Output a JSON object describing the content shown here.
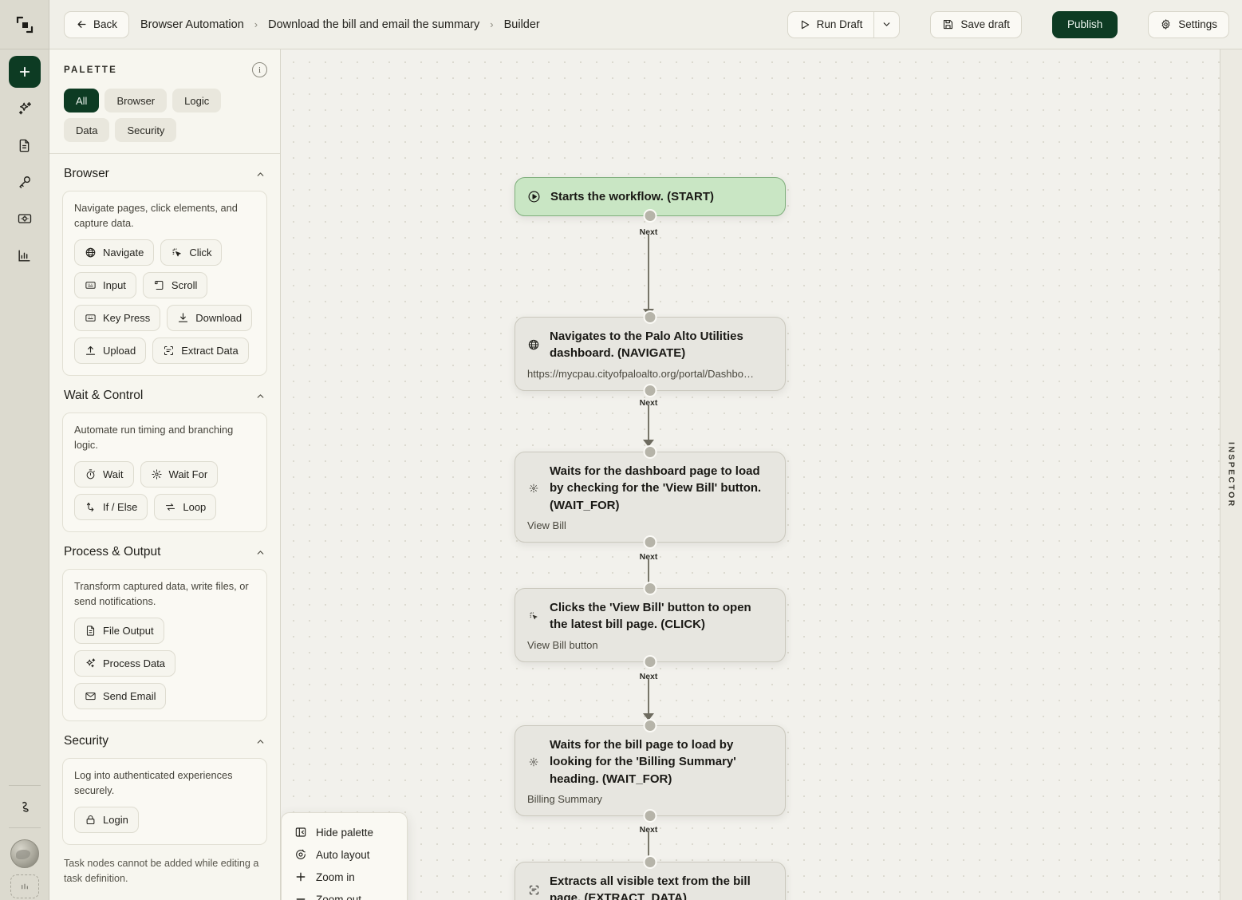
{
  "rail": {
    "logo": "app-logo",
    "items": [
      {
        "name": "add-button",
        "icon": "plus-icon",
        "active": true
      },
      {
        "name": "sparkle-button",
        "icon": "sparkles-icon",
        "active": false
      },
      {
        "name": "documents-button",
        "icon": "document-icon",
        "active": false
      },
      {
        "name": "credentials-button",
        "icon": "key-icon",
        "active": false
      },
      {
        "name": "resources-button",
        "icon": "server-cog-icon",
        "active": false
      },
      {
        "name": "analytics-button",
        "icon": "bar-chart-icon",
        "active": false
      }
    ],
    "bottom": [
      {
        "name": "activity-button",
        "icon": "squiggle-icon"
      },
      {
        "name": "globe-button",
        "icon": "globe-icon"
      },
      {
        "name": "placeholder-button",
        "icon": "dashed-icon"
      }
    ]
  },
  "topbar": {
    "back_label": "Back",
    "breadcrumbs": [
      "Browser Automation",
      "Download the bill and email the summary",
      "Builder"
    ],
    "separator": "›",
    "run_draft_label": "Run Draft",
    "run_draft_caret": "∨",
    "save_draft_label": "Save draft",
    "publish_label": "Publish",
    "settings_label": "Settings"
  },
  "palette": {
    "title": "PALETTE",
    "info_icon": "i",
    "filters": [
      {
        "label": "All",
        "active": true
      },
      {
        "label": "Browser",
        "active": false
      },
      {
        "label": "Logic",
        "active": false
      },
      {
        "label": "Data",
        "active": false
      },
      {
        "label": "Security",
        "active": false
      }
    ],
    "sections": [
      {
        "title": "Browser",
        "description": "Navigate pages, click elements, and capture data.",
        "tools": [
          {
            "label": "Navigate",
            "icon": "globe-icon"
          },
          {
            "label": "Click",
            "icon": "cursor-click-icon"
          },
          {
            "label": "Input",
            "icon": "keyboard-icon"
          },
          {
            "label": "Scroll",
            "icon": "scroll-icon"
          },
          {
            "label": "Key Press",
            "icon": "keyboard-icon"
          },
          {
            "label": "Download",
            "icon": "download-icon"
          },
          {
            "label": "Upload",
            "icon": "upload-icon"
          },
          {
            "label": "Extract Data",
            "icon": "extract-data-icon"
          }
        ]
      },
      {
        "title": "Wait & Control",
        "description": "Automate run timing and branching logic.",
        "tools": [
          {
            "label": "Wait",
            "icon": "timer-icon"
          },
          {
            "label": "Wait For",
            "icon": "sparkle-wait-icon"
          },
          {
            "label": "If / Else",
            "icon": "branch-icon"
          },
          {
            "label": "Loop",
            "icon": "loop-icon"
          }
        ]
      },
      {
        "title": "Process & Output",
        "description": "Transform captured data, write files, or send notifications.",
        "tools": [
          {
            "label": "File Output",
            "icon": "file-icon"
          },
          {
            "label": "Process Data",
            "icon": "sparkles-icon"
          },
          {
            "label": "Send Email",
            "icon": "envelope-icon"
          }
        ]
      },
      {
        "title": "Security",
        "description": "Log into authenticated experiences securely.",
        "tools": [
          {
            "label": "Login",
            "icon": "lock-icon"
          }
        ]
      }
    ],
    "note": "Task nodes cannot be added while editing a task definition."
  },
  "canvas": {
    "edge_label": "Next",
    "nodes": [
      {
        "id": "start",
        "kind": "start",
        "icon": "play-circle-icon",
        "title": "Starts the workflow. (START)",
        "subtitle": ""
      },
      {
        "id": "navigate",
        "kind": "step",
        "icon": "globe-icon",
        "title": "Navigates to the Palo Alto Utilities dashboard. (NAVIGATE)",
        "subtitle": "https://mycpau.cityofpaloalto.org/portal/Dashbo…"
      },
      {
        "id": "wait-dashboard",
        "kind": "step",
        "icon": "sparkle-wait-icon",
        "title": "Waits for the dashboard page to load by checking for the 'View Bill' button. (WAIT_FOR)",
        "subtitle": "View Bill"
      },
      {
        "id": "click-view-bill",
        "kind": "step",
        "icon": "cursor-click-icon",
        "title": "Clicks the 'View Bill' button to open the latest bill page. (CLICK)",
        "subtitle": "View Bill button"
      },
      {
        "id": "wait-billing-summary",
        "kind": "step",
        "icon": "sparkle-wait-icon",
        "title": "Waits for the bill page to load by looking for the 'Billing Summary' heading. (WAIT_FOR)",
        "subtitle": "Billing Summary"
      },
      {
        "id": "extract-data",
        "kind": "step",
        "icon": "extract-data-icon",
        "title": "Extracts all visible text from the bill page. (EXTRACT_DATA)",
        "subtitle": ""
      }
    ],
    "context_menu": [
      {
        "label": "Hide palette",
        "icon": "panel-collapse-icon"
      },
      {
        "label": "Auto layout",
        "icon": "auto-layout-icon"
      },
      {
        "label": "Zoom in",
        "icon": "plus-icon"
      },
      {
        "label": "Zoom out",
        "icon": "minus-icon"
      }
    ]
  },
  "inspector": {
    "label": "INSPECTOR"
  },
  "colors": {
    "brand_green": "#0d3b23",
    "start_node_bg": "#c9e6c4",
    "start_node_border": "#7fae7c",
    "canvas_bg": "#f2f1ec",
    "panel_bg": "#f7f6ef"
  }
}
